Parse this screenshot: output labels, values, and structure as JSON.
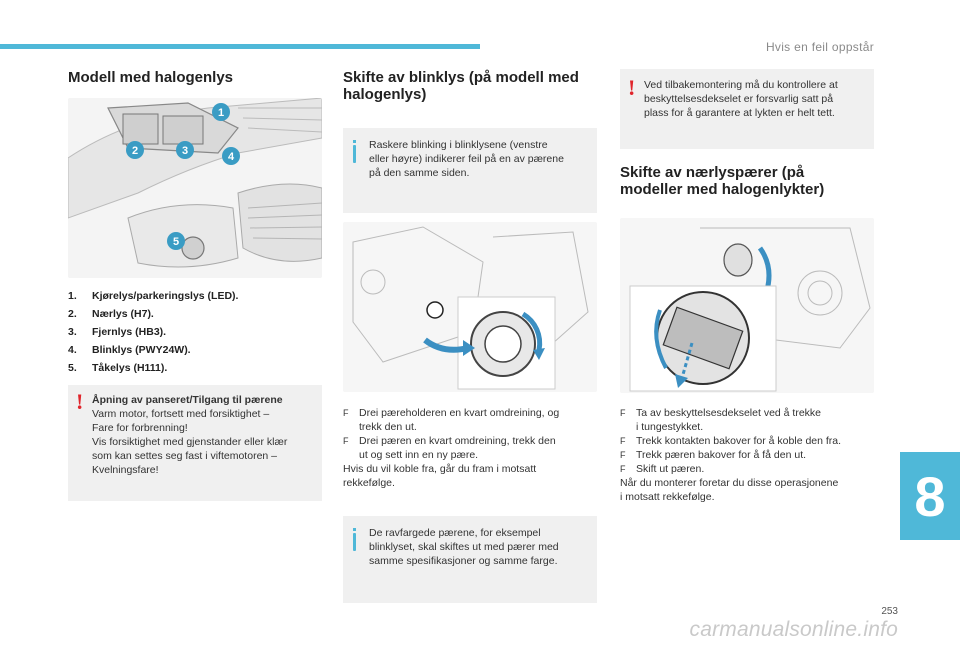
{
  "header": {
    "section": "Hvis en feil oppstår"
  },
  "chapter": "8",
  "page_number": "253",
  "watermark": "carmanualsonline.info",
  "col1": {
    "title": "Modell med halogenlys",
    "items": [
      {
        "num": "1.",
        "label": "Kjørelys/parkeringslys (LED)."
      },
      {
        "num": "2.",
        "label": "Nærlys (H7)."
      },
      {
        "num": "3.",
        "label": "Fjernlys (HB3)."
      },
      {
        "num": "4.",
        "label": "Blinklys (PWY24W)."
      },
      {
        "num": "5.",
        "label": "Tåkelys (H111)."
      }
    ],
    "callouts": [
      "1",
      "2",
      "3",
      "4",
      "5"
    ],
    "warning": {
      "title": "Åpning av panseret/Tilgang til pærene",
      "lines": [
        "Varm motor, fortsett med forsiktighet –",
        "Fare for forbrenning!",
        "Vis forsiktighet med gjenstander eller klær",
        "som kan settes seg fast i viftemotoren –",
        "Kvelningsfare!"
      ]
    }
  },
  "col2": {
    "title_line1": "Skifte av blinklys (på modell med",
    "title_line2": "halogenlys)",
    "info1": [
      "Raskere blinking i blinklysene (venstre",
      "eller høyre) indikerer feil på en av pærene",
      "på den samme siden."
    ],
    "steps": [
      {
        "bullet": "F",
        "line1": "Drei pæreholderen en kvart omdreining, og",
        "line2": "trekk den ut."
      },
      {
        "bullet": "F",
        "line1": "Drei pæren en kvart omdreining, trekk den",
        "line2": "ut og sett inn en ny pære."
      }
    ],
    "after_lines": [
      "Hvis du vil koble fra, går du fram i motsatt",
      "rekkefølge."
    ],
    "info2": [
      "De ravfargede pærene, for eksempel",
      "blinklyset, skal skiftes ut med pærer med",
      "samme spesifikasjoner og samme farge."
    ]
  },
  "col3": {
    "warning": [
      "Ved tilbakemontering må du kontrollere at",
      "beskyttelsesdekselet er forsvarlig satt på",
      "plass for å garantere at lykten er helt tett."
    ],
    "title_line1": "Skifte av nærlyspærer (på",
    "title_line2": "modeller med halogenlykter)",
    "steps": [
      {
        "bullet": "F",
        "line1": "Ta av beskyttelsesdekselet ved å trekke",
        "line2": "i tungestykket."
      },
      {
        "bullet": "F",
        "line1": "Trekk kontakten bakover for å koble den fra.",
        "line2": ""
      },
      {
        "bullet": "F",
        "line1": "Trekk pæren bakover for å få den ut.",
        "line2": ""
      },
      {
        "bullet": "F",
        "line1": "Skift ut pæren.",
        "line2": ""
      }
    ],
    "after_lines": [
      "Når du monterer foretar du disse operasjonene",
      "i motsatt rekkefølge."
    ]
  },
  "colors": {
    "accent": "#4fb8d8",
    "warning": "#e0242b",
    "callout": "#3a9cc4",
    "arrow": "#3b8fc2"
  }
}
